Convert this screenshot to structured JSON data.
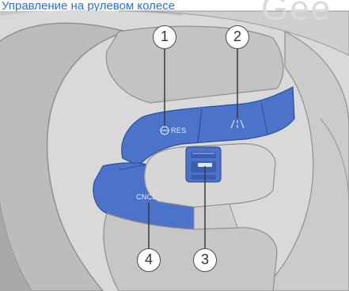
{
  "caption": "Управление на рулевом колесе",
  "watermark": "Gee",
  "buttons": {
    "resume_label": "RES",
    "cancel_label": "CNCL"
  },
  "callouts": [
    "1",
    "2",
    "3",
    "4"
  ],
  "colors": {
    "control_blue": "#4a73c9",
    "caption_blue": "#2a73d8",
    "wheel_grey": "#bdbdbd",
    "background": "#ffffff"
  },
  "icons": [
    "steering-wheel-cruise-icon",
    "lane-assist-icon",
    "roller-switch-icon"
  ]
}
